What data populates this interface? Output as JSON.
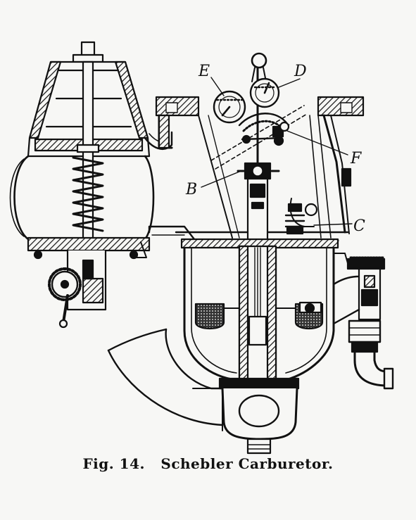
{
  "figure": {
    "labels": {
      "a": "B",
      "b": "C",
      "c": "D",
      "d": "E",
      "e": "F"
    },
    "caption": {
      "number": "Fig. 14.",
      "title": "Schebler Carburetor."
    }
  },
  "colors": {
    "ink": "#111111",
    "paper": "#f7f7f5"
  }
}
